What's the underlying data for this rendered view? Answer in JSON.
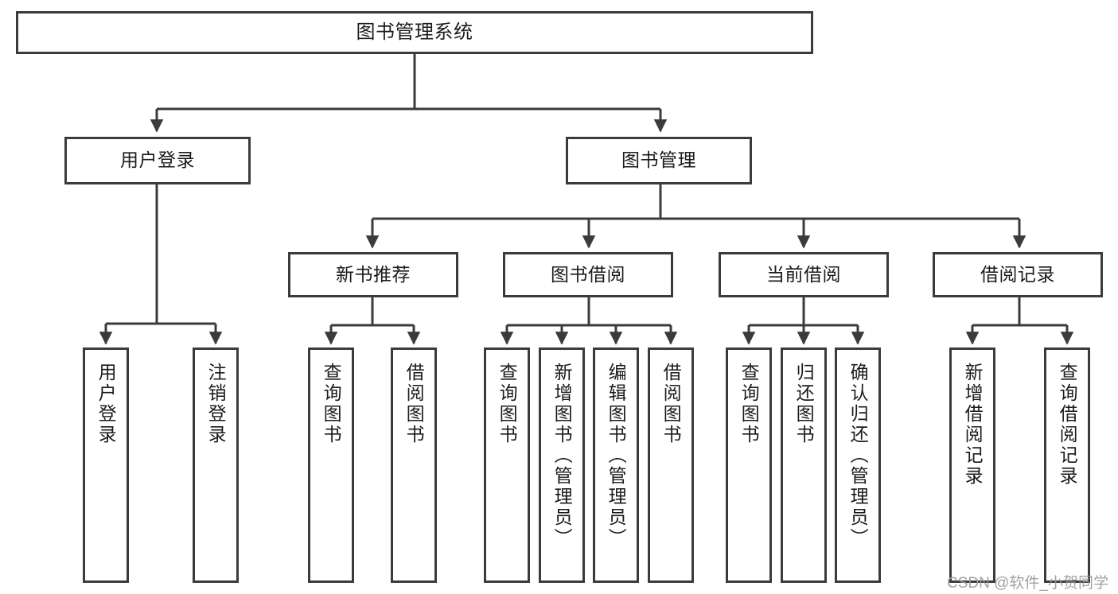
{
  "diagram": {
    "title": "图书管理系统",
    "type": "tree-hierarchy",
    "watermark": "CSDN @软件_小贺同学",
    "colors": {
      "box_border": "#3b3b3b",
      "box_fill": "#ffffff",
      "edge": "#3b3b3b",
      "text": "#1b1b1b",
      "watermark": "#9a9a9a"
    },
    "nodes": {
      "root": {
        "label": "图书管理系统"
      },
      "level1": [
        {
          "label": "用户登录"
        },
        {
          "label": "图书管理"
        }
      ],
      "level2": [
        {
          "label": "新书推荐"
        },
        {
          "label": "图书借阅"
        },
        {
          "label": "当前借阅"
        },
        {
          "label": "借阅记录"
        }
      ],
      "leaves": {
        "user_login": [
          {
            "label": "用户登录"
          },
          {
            "label": "注销登录"
          }
        ],
        "new_book_recommend": [
          {
            "label": "查询图书"
          },
          {
            "label": "借阅图书"
          }
        ],
        "book_borrow": [
          {
            "label": "查询图书"
          },
          {
            "label": "新增图书（管理员）"
          },
          {
            "label": "编辑图书（管理员）"
          },
          {
            "label": "借阅图书"
          }
        ],
        "current_borrow": [
          {
            "label": "查询图书"
          },
          {
            "label": "归还图书"
          },
          {
            "label": "确认归还（管理员）"
          }
        ],
        "borrow_records": [
          {
            "label": "新增借阅记录"
          },
          {
            "label": "查询借阅记录"
          }
        ]
      }
    }
  }
}
